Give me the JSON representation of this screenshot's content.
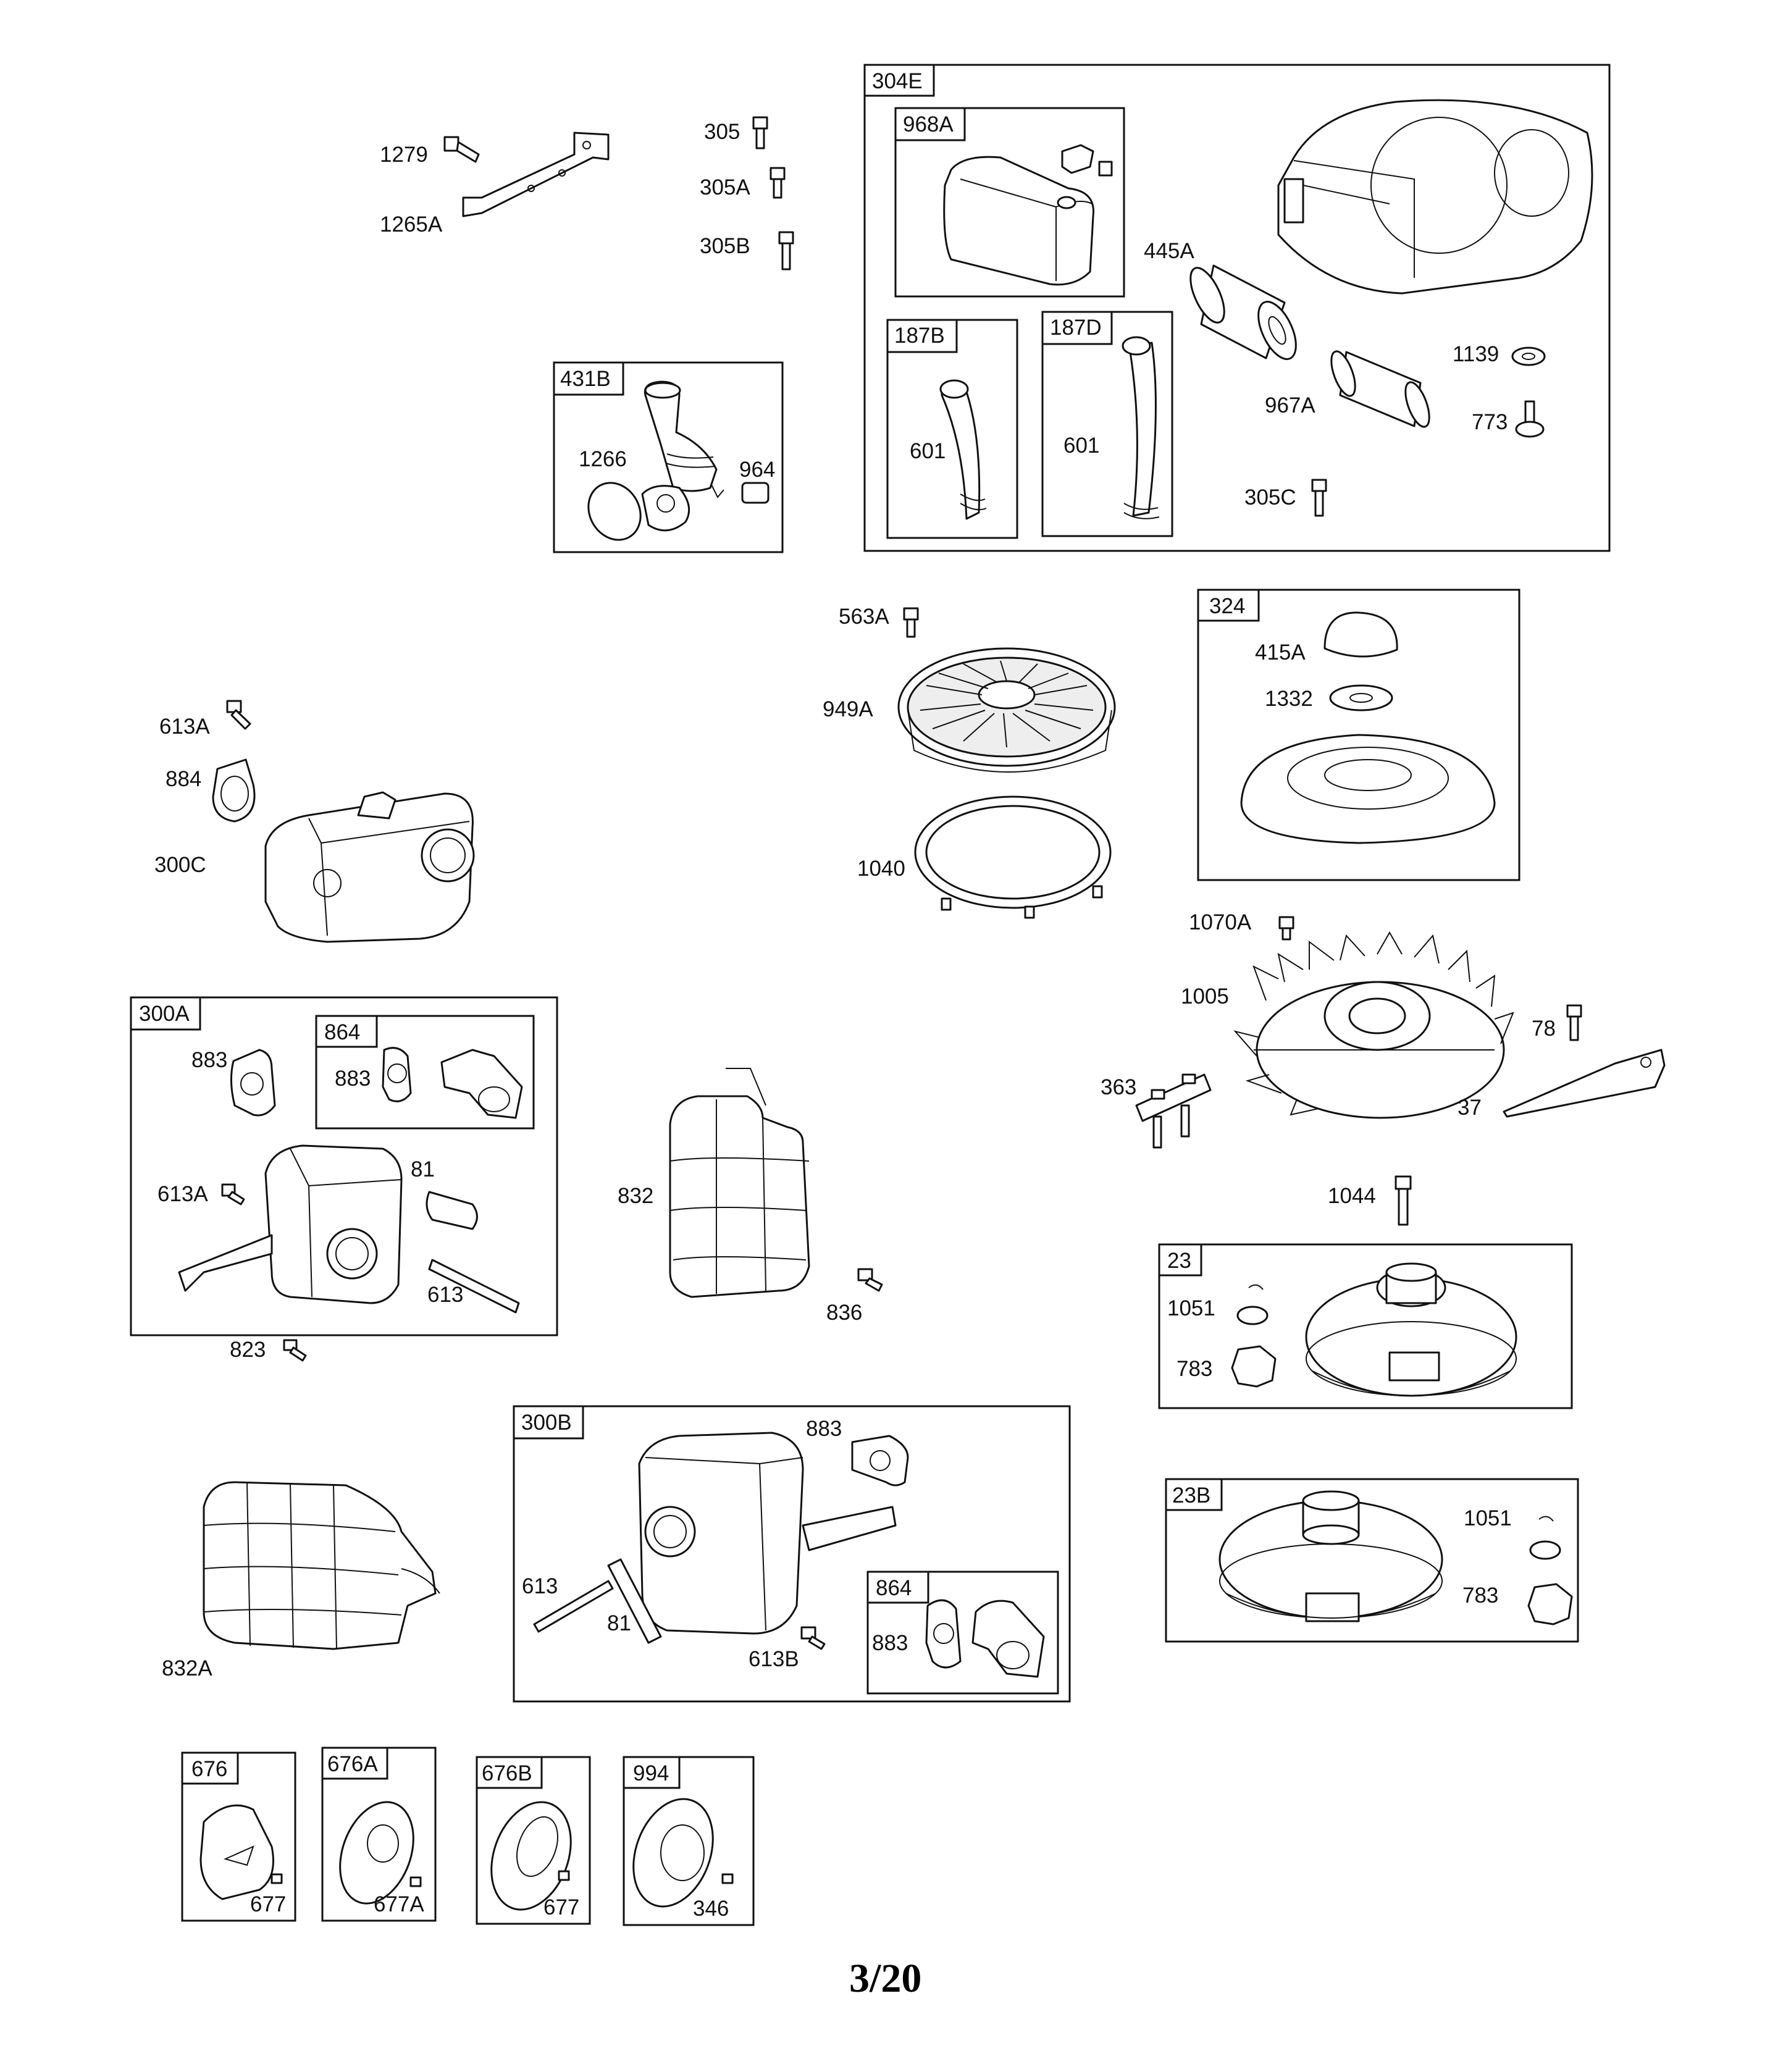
{
  "page_number": "3/20",
  "callouts": {
    "c1279": "1279",
    "c1265A": "1265A",
    "c305": "305",
    "c305A": "305A",
    "c305B": "305B",
    "c1266": "1266",
    "c964": "964",
    "c968A_note": "",
    "c601a": "601",
    "c601b": "601",
    "c445A": "445A",
    "c1139": "1139",
    "c967A": "967A",
    "c773": "773",
    "c305C": "305C",
    "c563A": "563A",
    "c949A": "949A",
    "c1040": "1040",
    "c415A": "415A",
    "c1332": "1332",
    "c613A_top": "613A",
    "c884": "884",
    "c300C": "300C",
    "c1070A": "1070A",
    "c1005": "1005",
    "c78": "78",
    "c363": "363",
    "c37": "37",
    "c883_a": "883",
    "c883_b": "883",
    "c613A_mid": "613A",
    "c81_a": "81",
    "c613_a": "613",
    "c832": "832",
    "c836": "836",
    "c823": "823",
    "c1044": "1044",
    "c1051_a": "1051",
    "c783_a": "783",
    "c883_c": "883",
    "c613_b": "613",
    "c81_b": "81",
    "c613B": "613B",
    "c883_d": "883",
    "c832A": "832A",
    "c1051_b": "1051",
    "c783_b": "783",
    "c677_a": "677",
    "c677A": "677A",
    "c677_b": "677",
    "c346": "346"
  },
  "boxes": {
    "b304E": "304E",
    "b968A": "968A",
    "b187B": "187B",
    "b187D": "187D",
    "b431B": "431B",
    "b324": "324",
    "b300A": "300A",
    "b864_a": "864",
    "b23": "23",
    "b300B": "300B",
    "b864_b": "864",
    "b23B": "23B",
    "b676": "676",
    "b676A": "676A",
    "b676B": "676B",
    "b994": "994"
  }
}
